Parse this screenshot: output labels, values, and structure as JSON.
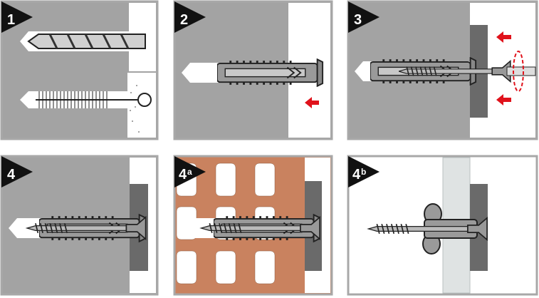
{
  "steps": [
    {
      "label": "1"
    },
    {
      "label": "2"
    },
    {
      "label": "3"
    },
    {
      "label": "4"
    },
    {
      "label": "4",
      "suffix": "a"
    },
    {
      "label": "4",
      "suffix": "b"
    }
  ],
  "colors": {
    "border": "#a8a8a8",
    "concrete": "#a3a3a3",
    "brick": "#c9825f",
    "plate": "#6a6a6a",
    "glass": "#dfe3e3",
    "arrow": "#e0121b",
    "badge": "#111111"
  }
}
